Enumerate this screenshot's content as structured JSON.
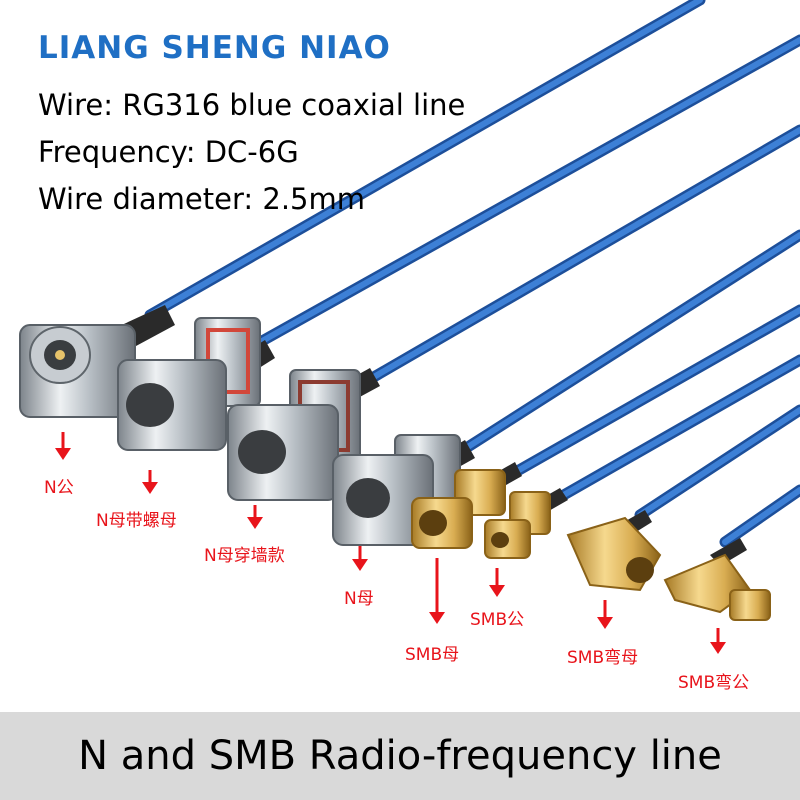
{
  "brand": "LIANG SHENG NIAO",
  "specs": {
    "wire": "Wire:  RG316 blue coaxial line",
    "frequency": "Frequency:  DC-6G",
    "diameter": "Wire diameter:  2.5mm"
  },
  "labels": {
    "n_male": "N公",
    "n_female_nut": "N母带螺母",
    "n_female_bulkhead": "N母穿墙款",
    "n_female": "N母",
    "smb_female": "SMB母",
    "smb_male": "SMB公",
    "smb_female_angle": "SMB弯母",
    "smb_male_angle": "SMB弯公"
  },
  "footer": "N and SMB Radio-frequency line",
  "colors": {
    "brand": "#1f6fc4",
    "label": "#e8141b",
    "cable": "#2f6fc4",
    "footer_bg": "#d9d9d9"
  }
}
